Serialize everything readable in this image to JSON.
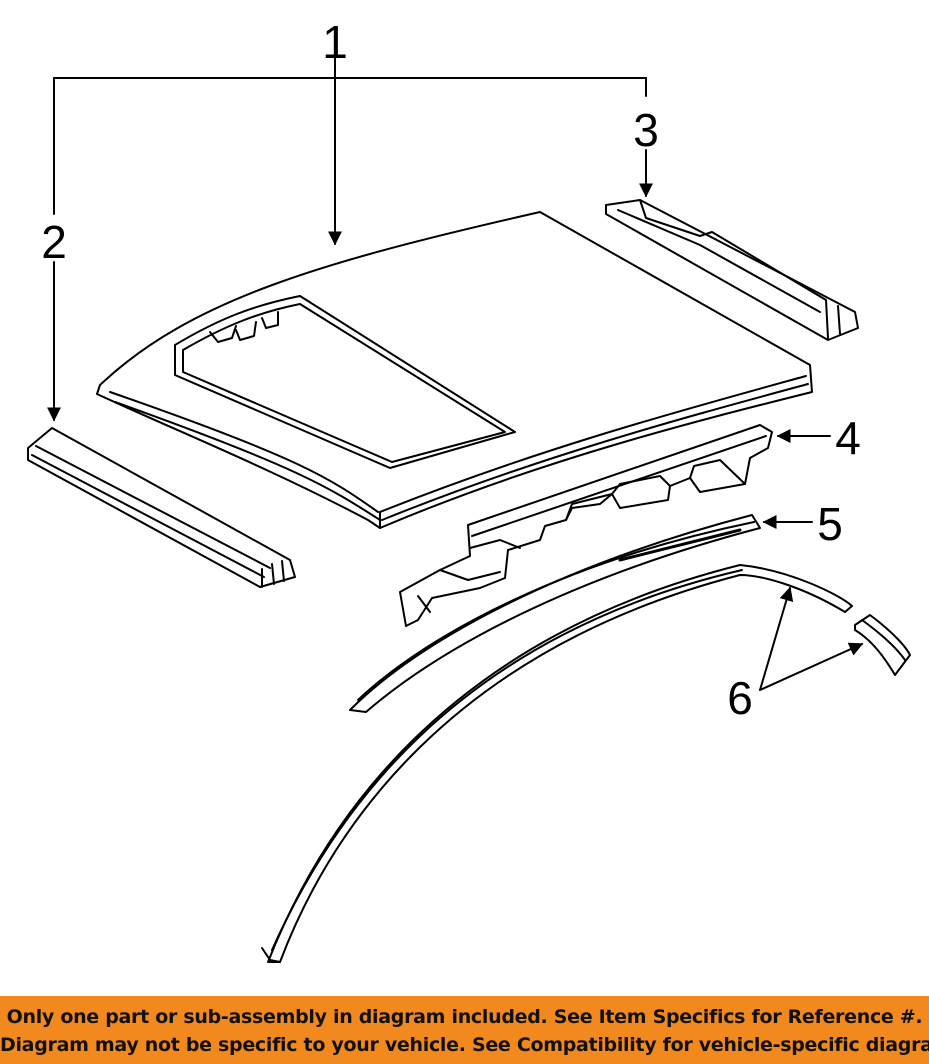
{
  "diagram": {
    "callouts": [
      {
        "id": "1",
        "label": "1"
      },
      {
        "id": "2",
        "label": "2"
      },
      {
        "id": "3",
        "label": "3"
      },
      {
        "id": "4",
        "label": "4"
      },
      {
        "id": "5",
        "label": "5"
      },
      {
        "id": "6",
        "label": "6"
      }
    ],
    "colors": {
      "line": "#000000",
      "background": "#ffffff"
    }
  },
  "footer": {
    "line1": "Only one part or sub-assembly in diagram included. See Item Specifics for Reference #.",
    "line2": "Diagram may not be specific to your vehicle. See Compatibility for vehicle-specific diagrams.",
    "background_color": "#f2891f"
  }
}
